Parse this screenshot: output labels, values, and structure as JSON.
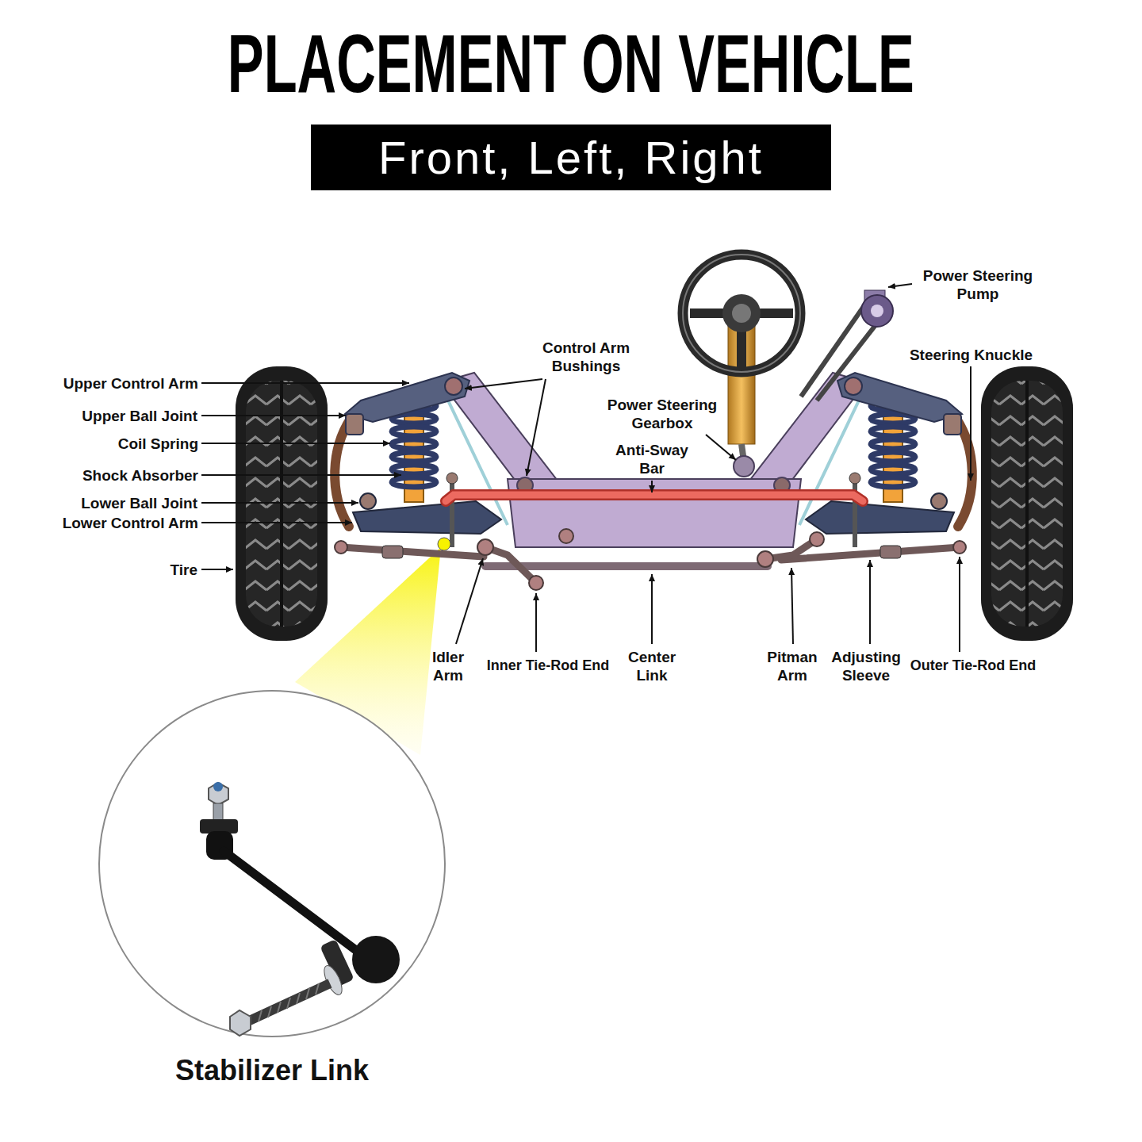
{
  "diagram": {
    "title": "PLACEMENT ON VEHICLE",
    "nodes": [
      {
        "text": [
          "Front, Left, Right"
        ]
      },
      {
        "text": [
          "Stabilizer Link"
        ]
      }
    ],
    "labels": [
      "Power Steering Pump",
      "Control Arm Bushings",
      "Steering Knuckle",
      "Upper Control Arm",
      "Upper Ball Joint",
      "Coil Spring",
      "Power Steering Gearbox",
      "Anti-Sway Bar",
      "Shock Absorber",
      "Lower Ball Joint",
      "Lower Control Arm",
      "Tire",
      "Idler Arm",
      "Inner Tie-Rod End",
      "Center Link",
      "Pitman Arm",
      "Adjusting Sleeve",
      "Outer Tie-Rod End"
    ]
  }
}
